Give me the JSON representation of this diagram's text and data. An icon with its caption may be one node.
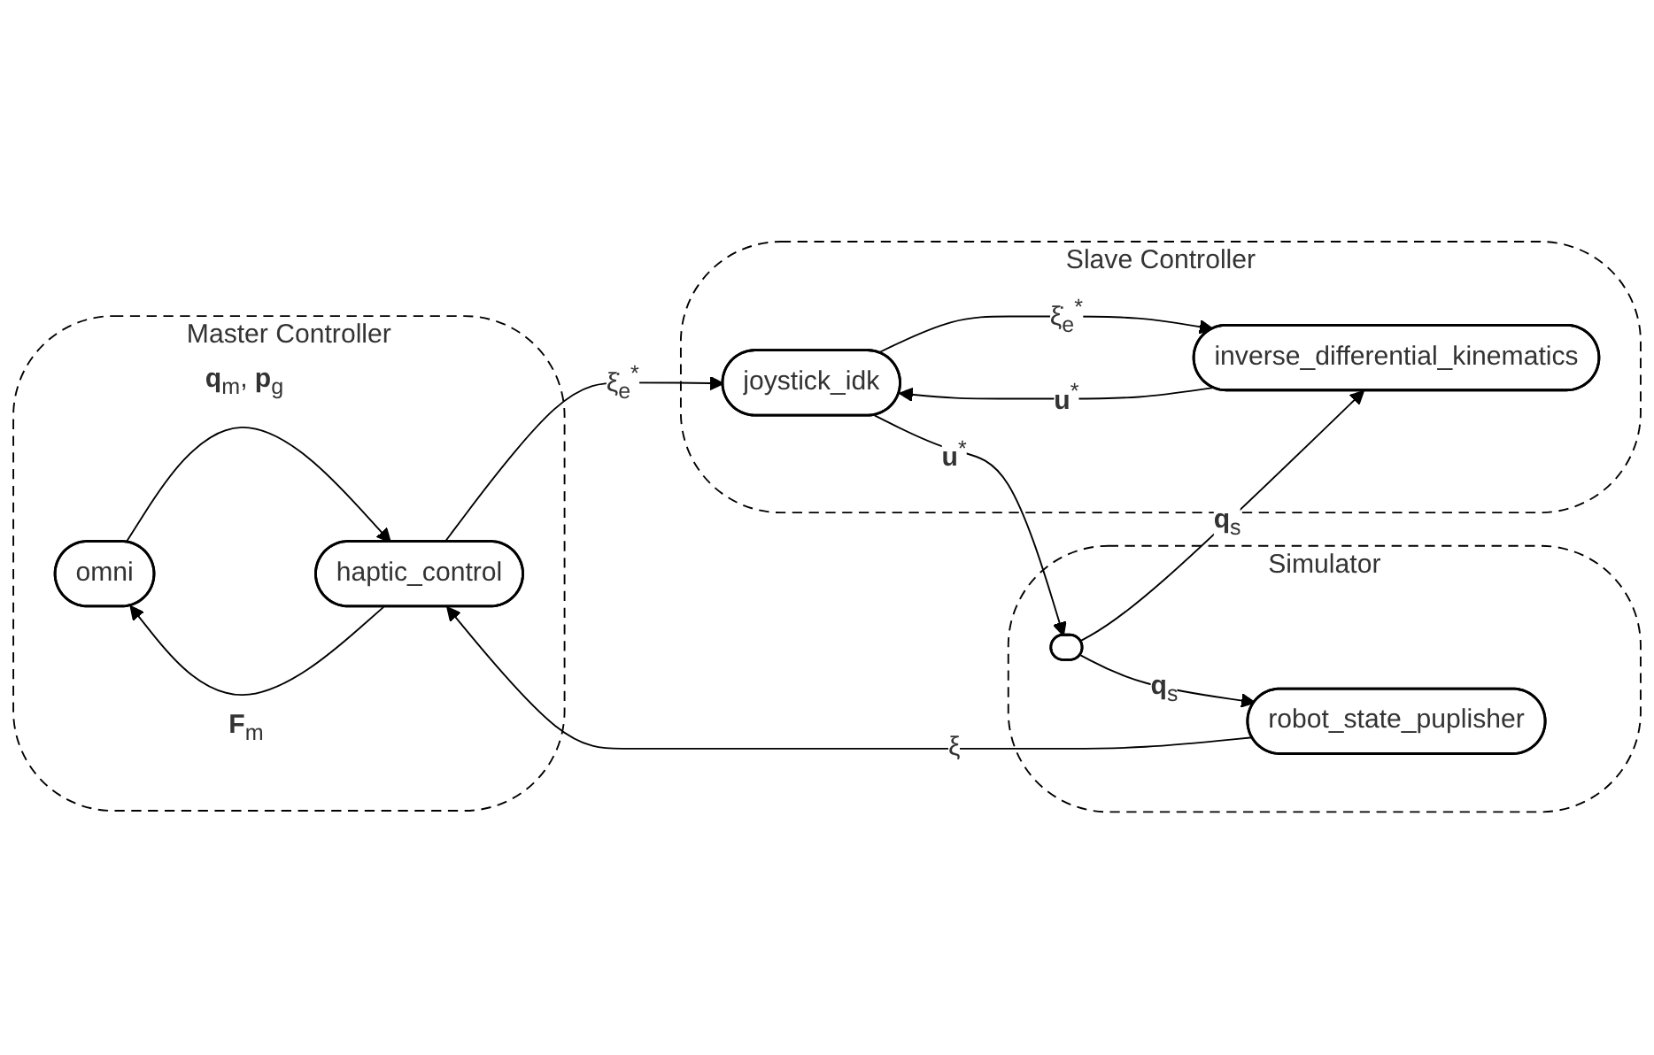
{
  "diagram": {
    "nodes": [
      {
        "text": [
          "Master Controller"
        ]
      },
      {
        "text": [
          "omni"
        ],
        "in": 0
      },
      {
        "text": [
          "haptic_control"
        ],
        "in": 0
      },
      {
        "text": [
          "Slave Controller"
        ]
      },
      {
        "text": [
          "inverse_differential_kinematics"
        ],
        "in": 3
      },
      {
        "text": [
          "joystick_idk"
        ],
        "in": 3
      },
      {
        "text": [
          "Simulator"
        ]
      },
      {
        "text": [
          "robot_state_puplisher"
        ],
        "in": 6
      },
      {
        "text": [],
        "shape": "ellipse",
        "in": 6
      }
    ],
    "edges": [
      {
        "from": 1,
        "to": 2,
        "arrow": "to",
        "label": "**q**$_{m}$, **p**$_{g}$"
      },
      {
        "from": 2,
        "to": 1,
        "arrow": "to",
        "label": "**F**$_{m}$"
      },
      {
        "from": 2,
        "to": 5,
        "arrow": "to",
        "label": "ξ̇$_{e}$$^{*}$"
      },
      {
        "from": 5,
        "to": 4,
        "arrow": "to",
        "label": "ξ̇$_{e}$$^{*}$"
      },
      {
        "from": 4,
        "to": 5,
        "arrow": "to",
        "label": "**u**$^{*}$"
      },
      {
        "from": 5,
        "to": 8,
        "arrow": "to",
        "label": "**u**$^{*}$"
      },
      {
        "from": 8,
        "to": 7,
        "arrow": "to",
        "label": "**q**$_{s}$"
      },
      {
        "from": 8,
        "to": 4,
        "arrow": "to",
        "label": "**q**$_{s}$"
      },
      {
        "from": 7,
        "to": 2,
        "arrow": "to",
        "label": "ξ"
      }
    ]
  }
}
